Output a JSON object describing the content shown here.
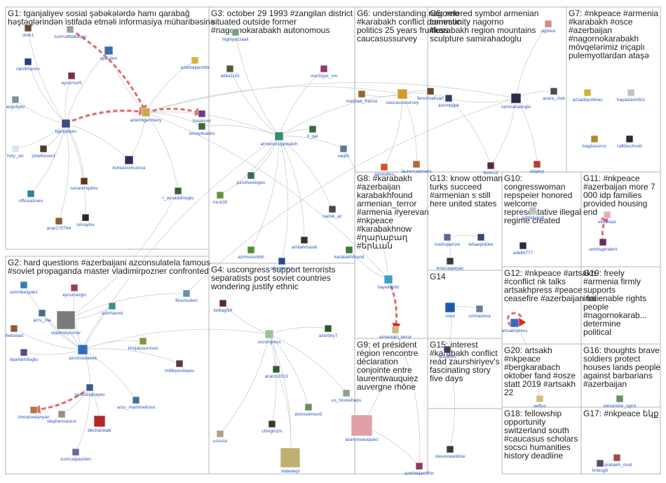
{
  "colors": {
    "box_stroke": "#b5b5b5",
    "edge": "#cfcfcf",
    "highlight_edge": "#e06b6b",
    "highlight_edge_red": "#e3241b",
    "label": "#2a56c6",
    "title": "#222222"
  },
  "groups": [
    {
      "id": "G1",
      "title_lines": [
        "G1: tganjaliyev sosial şəbəkələrdə hamı qarabağ",
        "həştəqlərindən istifadə etməli informasiya müharibəsinə"
      ]
    },
    {
      "id": "G2",
      "title_lines": [
        "G2: hard questions #azerbaijani azconsulatela famous",
        "#soviet propaganda master vladimirpozner confronted"
      ]
    },
    {
      "id": "G3",
      "title_lines": [
        "G3: october 29 1993 #zangilan district",
        "situated outside former",
        "#nagornokarabakh autonomous"
      ]
    },
    {
      "id": "G4",
      "title_lines": [
        "G4: uscongress support terrorists",
        "separatists post soviet countries",
        "wondering justify ethnic"
      ]
    },
    {
      "id": "G5",
      "title_lines": [
        "G5: refered symbol armenian",
        "community nagorno",
        "#karabakh region mountains",
        "sculpture samirahadoglu"
      ]
    },
    {
      "id": "G6",
      "title_lines": [
        "G6: understanding nagorno",
        "#karabakh conflict domestic",
        "politics 25 years fruitless",
        "caucasussurvey"
      ]
    },
    {
      "id": "G7",
      "title_lines": [
        "G7: #nkpeace #armenia",
        "#karabakh #osce",
        "#azerbaijan",
        "#nagornokarabakh",
        "mövqelərimiz iriçaplı",
        "pulemyotlardan ataşə"
      ]
    },
    {
      "id": "G8",
      "title_lines": [
        "G8: #karabakh",
        "#azerbaijan",
        "karabakhfound",
        "armenian_terror",
        "#armenia #yerevan",
        "#nkpeace",
        "#karabakhnow",
        "#ղարաբաղ",
        "#երևան"
      ]
    },
    {
      "id": "G9",
      "title_lines": [
        "G9: et président",
        "région rencontre",
        "déclaration",
        "conjointe entre",
        "laurentwauquiez",
        "auvergne rhône"
      ]
    },
    {
      "id": "G10",
      "title_lines": [
        "G10:",
        "congresswoman",
        "repspeier honored",
        "welcome",
        "representative illegal",
        "regime created"
      ]
    },
    {
      "id": "G11",
      "title_lines": [
        "G11: #nkpeace",
        "#azerbaijan more 7",
        "000 idp families",
        "provided housing",
        "end"
      ]
    },
    {
      "id": "G12",
      "title_lines": [
        "G12: #nkpeace #artsakh",
        "#conflict nk talks",
        "artsakhpress #peace",
        "ceasefire #azerbaijan fm"
      ]
    },
    {
      "id": "G13",
      "title_lines": [
        "G13: know ottoman",
        "turks succeed",
        "#armenian s still",
        "here united states"
      ]
    },
    {
      "id": "G14",
      "title_lines": [
        "G14"
      ]
    },
    {
      "id": "G15",
      "title_lines": [
        "G15: interest",
        "#karabakh conflict",
        "read zaurshiriyev's",
        "fascinating story",
        "five days"
      ]
    },
    {
      "id": "G16",
      "title_lines": [
        "G16: thoughts brave",
        "soldiers protect",
        "houses lands people",
        "against barbarians",
        "#azerbaijan"
      ]
    },
    {
      "id": "G17",
      "title_lines": [
        "G17: #nkpeace եկք"
      ]
    },
    {
      "id": "G18",
      "title_lines": [
        "G18: fellowship",
        "opportunity",
        "switzerland south",
        "#caucasus scholars",
        "socsci humanities",
        "history deadline"
      ]
    },
    {
      "id": "G19",
      "title_lines": [
        "G19: freely",
        "#armenia firmly",
        "supports",
        "inalienable rights",
        "people",
        "#nagornokarab...",
        "determine",
        "political"
      ]
    },
    {
      "id": "G20",
      "title_lines": [
        "G20: artsakh",
        "#nkpeace",
        "#bergkarabach",
        "oktober fand #osze",
        "statt 2019 #artsakh",
        "22"
      ]
    }
  ],
  "nodes": [
    {
      "id": "dmk1",
      "label": "dmk1",
      "color": "#6b4a2f"
    },
    {
      "id": "zumrudbabasoy",
      "label": "zumrudbabasoy",
      "color": "#9aa0a8"
    },
    {
      "id": "apaszen",
      "label": "apaszen",
      "color": "#3b6fa8"
    },
    {
      "id": "ramilmanov",
      "label": "ramilmanov",
      "color": "#2d3d7a"
    },
    {
      "id": "aynurnur5",
      "label": "aynurnur5",
      "color": "#7a2d50"
    },
    {
      "id": "azerbaijanmfa",
      "label": "azerbaijanmfa",
      "color": "#d9b23a"
    },
    {
      "id": "asguliyev",
      "label": "asguliyev",
      "color": "#8a8f96"
    },
    {
      "id": "tganjaliyev",
      "label": "tganjaliyev",
      "color": "#3a4a7c"
    },
    {
      "id": "azembgermany",
      "label": "azembgermany",
      "color": "#c8a94f"
    },
    {
      "id": "hasanovr",
      "label": "hasanovr",
      "color": "#6e3a8f"
    },
    {
      "id": "holy_sin",
      "label": "holy_sin",
      "color": "#dfe4ec"
    },
    {
      "id": "jshelheverd",
      "label": "jshelheverd",
      "color": "#4a3c2e"
    },
    {
      "id": "ilsheanovruzova",
      "label": "ilsheanovruzova",
      "color": "#2d2d5e"
    },
    {
      "id": "officeazineu",
      "label": "officeazineu",
      "color": "#2f7fa8"
    },
    {
      "id": "senanrrejafov",
      "label": "senanrrejafov",
      "color": "#5a3a1e"
    },
    {
      "id": "r_aynaddinoglu",
      "label": "r_aynaddinoglu",
      "color": "#3a5e3a"
    },
    {
      "id": "anar270784",
      "label": "anar270784",
      "color": "#8a5a3a"
    },
    {
      "id": "ismaylov",
      "label": "ismaylov",
      "color": "#2a2a2a"
    },
    {
      "id": "ismayilsadov",
      "label": "ismayilsadov",
      "color": "#3c6a3c"
    },
    {
      "id": "azembasyakz",
      "label": "azembasyakz",
      "color": "#3a7bbf"
    },
    {
      "id": "aynurnergis",
      "label": "aynurnergis",
      "color": "#a03c5a"
    },
    {
      "id": "arzu_ma",
      "label": "arzu_ma",
      "color": "#4d6a8f"
    },
    {
      "id": "thebixiad",
      "label": "thebixiad",
      "color": "#8f5a3a"
    },
    {
      "id": "vladimirpozner",
      "label": "vladimirpozner",
      "color": "#7a7a7a"
    },
    {
      "id": "azerhasret",
      "label": "azerhasret",
      "color": "#3a8f8f"
    },
    {
      "id": "fliramuderli",
      "label": "fliramuderli",
      "color": "#6a8fb3"
    },
    {
      "id": "liqarkemiloglu",
      "label": "liqarkemiloglu",
      "color": "#5a4a8f"
    },
    {
      "id": "azconsulatela",
      "label": "azconsulatela",
      "color": "#2d6fbf"
    },
    {
      "id": "khojalysurvivor",
      "label": "khojalysurvivor",
      "color": "#8f8f3a"
    },
    {
      "id": "millikyevdayev",
      "label": "millikyevdayev",
      "color": "#5a3a3a"
    },
    {
      "id": "nasimisghayev",
      "label": "nasimisghayev",
      "color": "#3a5a8f"
    },
    {
      "id": "arzu_mammedova",
      "label": "arzu_mammedova",
      "color": "#4a6a9f"
    },
    {
      "id": "zmnaisekanyan",
      "label": "zmnaisekanyan",
      "color": "#b07a4a"
    },
    {
      "id": "stephensackur",
      "label": "stephensackur",
      "color": "#9a8f7a"
    },
    {
      "id": "bbchardtalk",
      "label": "bbchardtalk",
      "color": "#b3262a"
    },
    {
      "id": "zumrudpashkin",
      "label": "zumrudpashkin",
      "color": "#6a6a9f"
    },
    {
      "id": "highlyazzaak",
      "label": "highlyazzaak",
      "color": "#7a9f7a"
    },
    {
      "id": "attila1115",
      "label": "attila1115",
      "color": "#5a5a3a"
    },
    {
      "id": "merziyye_vm",
      "label": "merziyye_vm",
      "color": "#8f3a6a"
    },
    {
      "id": "armenocuppwatch",
      "label": "armenocuppwatch",
      "color": "#2f8f6a"
    },
    {
      "id": "ll_qar",
      "label": "ll_qar",
      "color": "#3a6a3a"
    },
    {
      "id": "vaqifs",
      "label": "vaqifs",
      "color": "#5a7a8f"
    },
    {
      "id": "juristheologen",
      "label": "juristheologen",
      "color": "#3a6a5a"
    },
    {
      "id": "mich35",
      "label": "mich35",
      "color": "#6a8f3a"
    },
    {
      "id": "namik_az",
      "label": "namik_az",
      "color": "#4a4a4a"
    },
    {
      "id": "azmissionbih",
      "label": "azmissionbih",
      "color": "#4f8f3a"
    },
    {
      "id": "amilahmasib",
      "label": "amilahmasib",
      "color": "#2a3a2a"
    },
    {
      "id": "pbaghirova",
      "label": "pbaghirova",
      "color": "#2a4a8f"
    },
    {
      "id": "kebaghirl",
      "label": "kebaghirl",
      "color": "#5a2a2a"
    },
    {
      "id": "uscongress",
      "label": "uscongress",
      "color": "#9fbf9f"
    },
    {
      "id": "azerbey7",
      "label": "azerbey7",
      "color": "#2a5a2a"
    },
    {
      "id": "anarm2013",
      "label": "anarm2013",
      "color": "#3a5a3a"
    },
    {
      "id": "us_househaps",
      "label": "us_househaps",
      "color": "#8fa08f"
    },
    {
      "id": "elvinselimov5",
      "label": "elvinselimov5",
      "color": "#6a8f5a"
    },
    {
      "id": "uscsce",
      "label": "uscsce",
      "color": "#b0a080"
    },
    {
      "id": "chinghizm",
      "label": "chinghizm",
      "color": "#3a3a2a"
    },
    {
      "id": "statedept",
      "label": "statedept",
      "color": "#c0b070"
    },
    {
      "id": "mairbek_france",
      "label": "mairbek_france",
      "color": "#8f6a2a"
    },
    {
      "id": "caucasussurvey",
      "label": "caucasussurvey",
      "color": "#d49a2a"
    },
    {
      "id": "ferozmahsan",
      "label": "ferozmahsan",
      "color": "#6a4a2a"
    },
    {
      "id": "azembppk",
      "label": "azembppk",
      "color": "#3a3a6a"
    },
    {
      "id": "azstudies",
      "label": "azstudies",
      "color": "#d4501e"
    },
    {
      "id": "laurencebroers",
      "label": "laurencebroers",
      "color": "#b06a3a"
    },
    {
      "id": "samirahadoglu",
      "label": "samirahadoglu",
      "color": "#2a2a4a"
    },
    {
      "id": "avara_club",
      "label": "avara_club",
      "color": "#4a4a5a"
    },
    {
      "id": "sighere",
      "label": "sighere",
      "color": "#d08a8a"
    },
    {
      "id": "ferecc2",
      "label": "ferecc2",
      "color": "#5a2a3a"
    },
    {
      "id": "afqanp",
      "label": "afqanp",
      "color": "#c03a2a"
    },
    {
      "id": "azsadiqonlines",
      "label": "azsadiqonlines",
      "color": "#d4b03a"
    },
    {
      "id": "hayastaninfo1",
      "label": "hayastaninfo1",
      "color": "#c0c0c0"
    },
    {
      "id": "bagdaserov",
      "label": "bagdaserov",
      "color": "#b08a2a"
    },
    {
      "id": "rafkbochvrid",
      "label": "rafkbochvrid",
      "color": "#2a2a3a"
    },
    {
      "id": "hayeiloinfo",
      "label": "hayeiloinfo",
      "color": "#3aa0c8"
    },
    {
      "id": "armenian_terror",
      "label": "armenian_terror",
      "color": "#c8b880"
    },
    {
      "id": "karabakhfound",
      "label": "karabakhfound",
      "color": "#3a7a3a"
    },
    {
      "id": "laurentwauquiez",
      "label": "laurentwauquiez",
      "color": "#e0a0a8"
    },
    {
      "id": "azerbaijanfrfos",
      "label": "azerbaijanfrfos",
      "color": "#8f3a5a"
    },
    {
      "id": "markvparore",
      "label": "markvparore",
      "color": "#5a6a8f"
    },
    {
      "id": "tehaepidoke",
      "label": "tehaepidoke",
      "color": "#3a4a6a"
    },
    {
      "id": "lenezaqaryan",
      "label": "lenezaqaryan",
      "color": "#3a3a3a"
    },
    {
      "id": "osce",
      "label": "osce",
      "color": "#1a5aa8"
    },
    {
      "id": "ozsharieva",
      "label": "ozsharieva",
      "color": "#6a7a9f"
    },
    {
      "id": "guneihm",
      "label": "guneihm",
      "color": "#4a3a5a"
    },
    {
      "id": "steveswardlow",
      "label": "steveswardlow",
      "color": "#3a3a3a"
    },
    {
      "id": "sahtaliyev8",
      "label": "sahtaliyev8",
      "color": "#c0c0c0"
    },
    {
      "id": "adelet777",
      "label": "adelet777",
      "color": "#2a2a4a"
    },
    {
      "id": "ekdeniaz",
      "label": "ekdeniaz",
      "color": "#e0b0c0"
    },
    {
      "id": "ramilsgenderli",
      "label": "ramilsgenderli",
      "color": "#6a2a5a"
    },
    {
      "id": "artsakhpress",
      "label": "artsakhpress",
      "color": "#3a6abf"
    },
    {
      "id": "aeftus",
      "label": "aeftus",
      "color": "#d0c080"
    },
    {
      "id": "elexandre_sgrol",
      "label": "elexandre_sgrol",
      "color": "#6a8f6a"
    },
    {
      "id": "karabakh_mod",
      "label": "karabakh_mod",
      "color": "#a04a4a"
    },
    {
      "id": "hnikogh",
      "label": "hnikogh",
      "color": "#5a4a6a"
    }
  ]
}
